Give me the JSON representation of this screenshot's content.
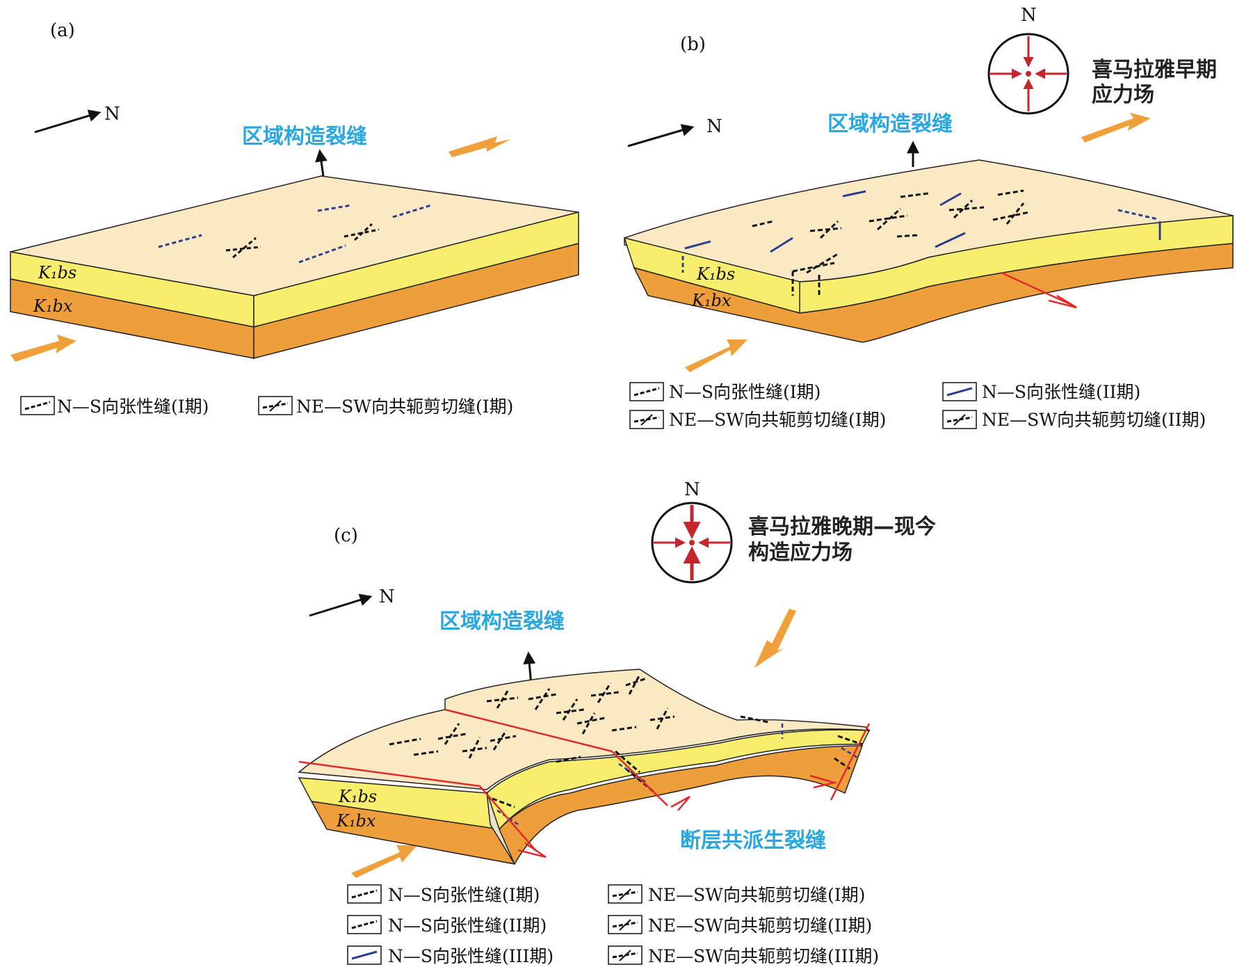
{
  "panels": {
    "a": {
      "label": "(a)",
      "north": "N",
      "regional_label": "区域构造裂缝",
      "layer_top": "K₁bs",
      "layer_bottom": "K₁bx",
      "legend": [
        "N—S向张性缝(I期)",
        "NE—SW向共轭剪切缝(I期)"
      ]
    },
    "b": {
      "label": "(b)",
      "north": "N",
      "regional_label": "区域构造裂缝",
      "stress_north": "N",
      "stress_label_1": "喜马拉雅早期",
      "stress_label_2": "应力场",
      "layer_top": "K₁bs",
      "layer_bottom": "K₁bx",
      "legend": [
        "N—S向张性缝(I期)",
        "N—S向张性缝(II期)",
        "NE—SW向共轭剪切缝(I期)",
        "NE—SW向共轭剪切缝(II期)"
      ]
    },
    "c": {
      "label": "(c)",
      "north": "N",
      "regional_label": "区域构造裂缝",
      "fault_label": "断层共派生裂缝",
      "stress_north": "N",
      "stress_label_1": "喜马拉雅晚期—现今",
      "stress_label_2": "构造应力场",
      "layer_top": "K₁bs",
      "layer_bottom": "K₁bx",
      "legend": [
        "N—S向张性缝(I期)",
        "NE—SW向共轭剪切缝(I期)",
        "N—S向张性缝(II期)",
        "NE—SW向共轭剪切缝(II期)",
        "N—S向张性缝(III期)",
        "NE—SW向共轭剪切缝(III期)"
      ]
    }
  },
  "colors": {
    "top_surface": "#fbe9c4",
    "upper_layer": "#f8ee6d",
    "lower_layer": "#ee9f3b",
    "fracture_black": "#111111",
    "fracture_blue": "#2b3d8f",
    "fault_red": "#e02a2a",
    "stress_red": "#c4262e",
    "label_blue": "#29a7df"
  }
}
